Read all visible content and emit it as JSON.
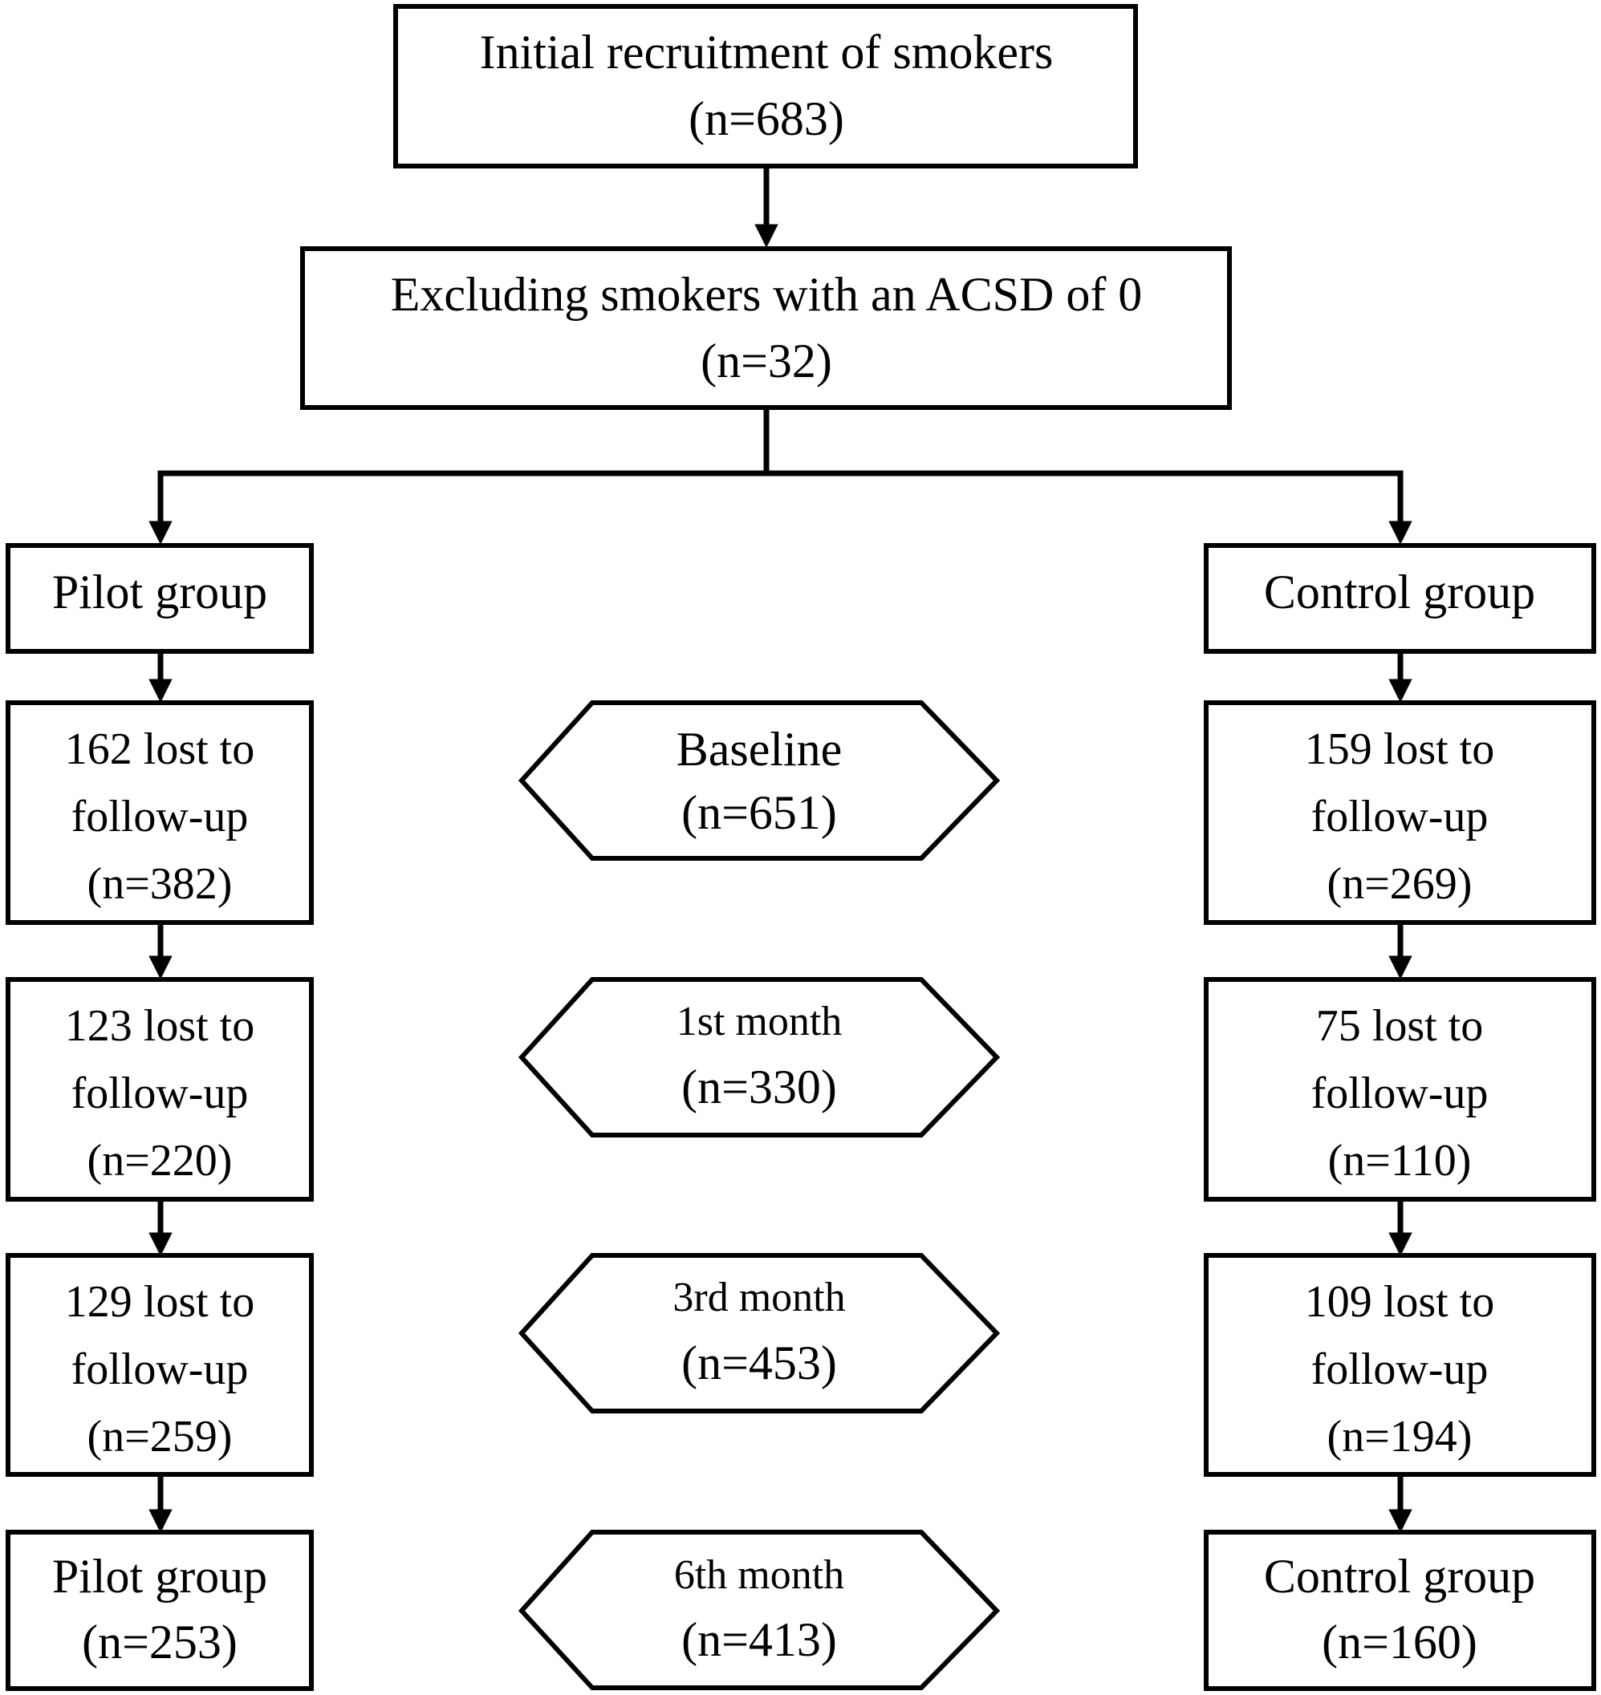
{
  "top": {
    "recruitment": {
      "line1": "Initial recruitment of smokers",
      "line2": "(n=683)"
    },
    "exclusion": {
      "line1": "Excluding smokers with an ACSD of 0",
      "line2": "(n=32)"
    }
  },
  "pilot": {
    "header": "Pilot group",
    "steps": [
      {
        "line1": "162 lost to",
        "line2": "follow-up",
        "line3": "(n=382)"
      },
      {
        "line1": "123 lost to",
        "line2": "follow-up",
        "line3": "(n=220)"
      },
      {
        "line1": "129 lost to",
        "line2": "follow-up",
        "line3": "(n=259)"
      }
    ],
    "final": {
      "line1": "Pilot group",
      "line2": "(n=253)"
    }
  },
  "control": {
    "header": "Control group",
    "steps": [
      {
        "line1": "159 lost to",
        "line2": "follow-up",
        "line3": "(n=269)"
      },
      {
        "line1": "75 lost to",
        "line2": "follow-up",
        "line3": "(n=110)"
      },
      {
        "line1": "109 lost to",
        "line2": "follow-up",
        "line3": "(n=194)"
      }
    ],
    "final": {
      "line1": "Control group",
      "line2": "(n=160)"
    }
  },
  "stages": [
    {
      "name": "Baseline",
      "count": "(n=651)"
    },
    {
      "name": "1st month",
      "count": "(n=330)"
    },
    {
      "name": "3rd month",
      "count": "(n=453)"
    },
    {
      "name": "6th month",
      "count": "(n=413)"
    }
  ]
}
